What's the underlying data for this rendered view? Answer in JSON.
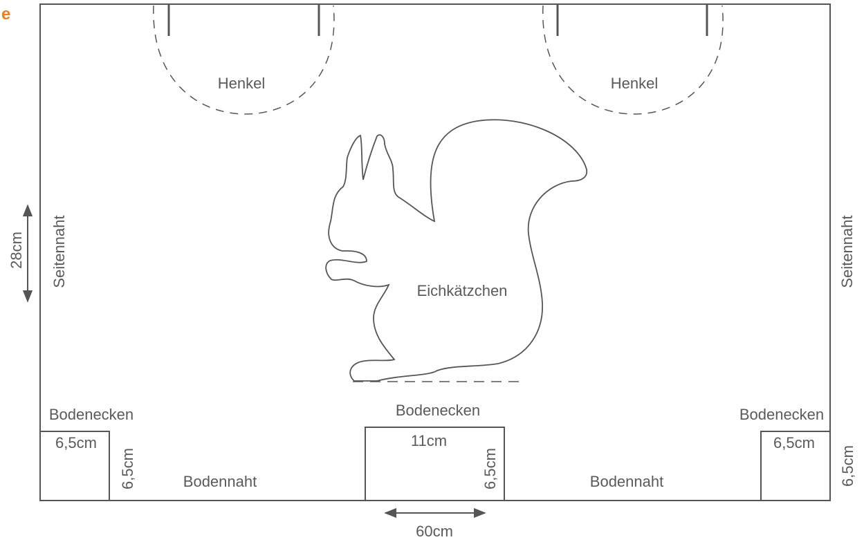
{
  "accent_color": "#f07d1a",
  "line_color": "#555555",
  "corner_text": "e",
  "labels": {
    "handle_left": "Henkel",
    "handle_right": "Henkel",
    "squirrel": "Eichkätzchen",
    "side_seam_left": "Seitennaht",
    "side_seam_right": "Seitennaht",
    "corners_left": "Bodenecken",
    "corners_center": "Bodenecken",
    "corners_right": "Bodenecken",
    "bottom_seam_left": "Bodennaht",
    "bottom_seam_right": "Bodennaht"
  },
  "dimensions": {
    "height": "28cm",
    "width": "60cm",
    "corner_left_w": "6,5cm",
    "corner_left_h": "6,5cm",
    "center_w": "11cm",
    "center_h": "6,5cm",
    "corner_right_w": "6,5cm",
    "corner_right_h": "6,5cm"
  }
}
